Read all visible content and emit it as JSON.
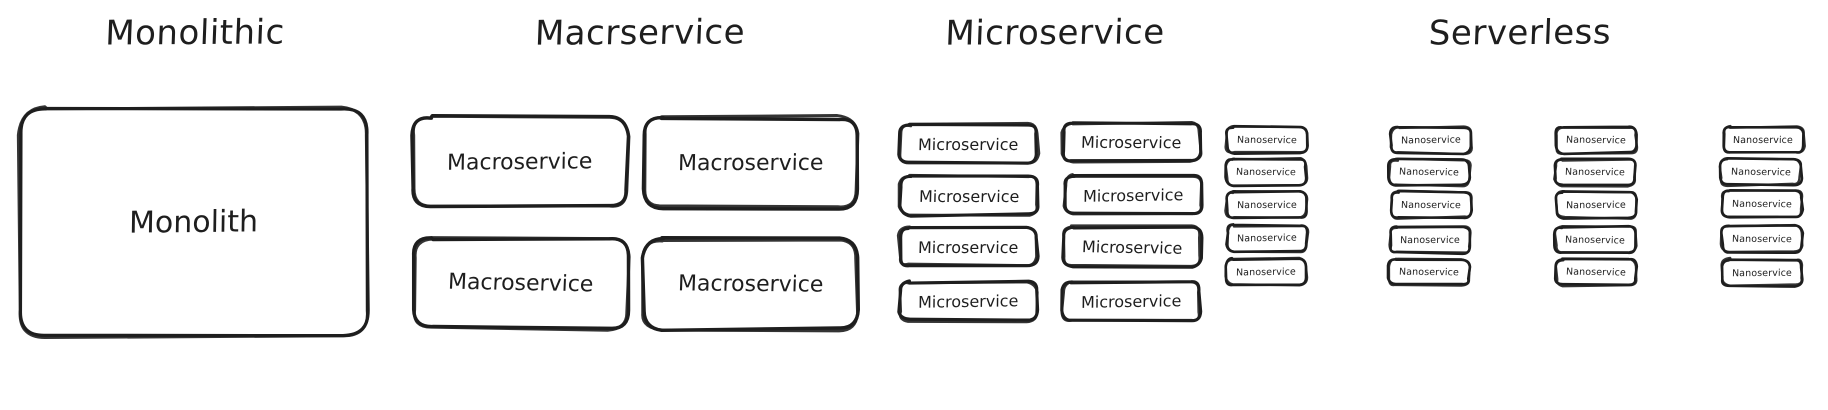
{
  "diagram": {
    "background_color": "#ffffff",
    "ink_color": "#1e1e1e",
    "style": "hand-drawn-sketch",
    "columns": [
      {
        "heading": "Monolithic",
        "boxes": [
          {
            "label": "Monolith"
          }
        ],
        "grid": {
          "cols": 1,
          "rows": 1
        }
      },
      {
        "heading": "Macrservice",
        "boxes": [
          {
            "label": "Macroservice"
          },
          {
            "label": "Macroservice"
          },
          {
            "label": "Macroservice"
          },
          {
            "label": "Macroservice"
          }
        ],
        "grid": {
          "cols": 2,
          "rows": 2
        }
      },
      {
        "heading": "Microservice",
        "boxes": [
          {
            "label": "Microservice"
          },
          {
            "label": "Microservice"
          },
          {
            "label": "Microservice"
          },
          {
            "label": "Microservice"
          },
          {
            "label": "Microservice"
          },
          {
            "label": "Microservice"
          },
          {
            "label": "Microservice"
          },
          {
            "label": "Microservice"
          }
        ],
        "grid": {
          "cols": 2,
          "rows": 4
        }
      },
      {
        "heading": "Serverless",
        "boxes": [
          {
            "label": "Nanoservice"
          },
          {
            "label": "Nanoservice"
          },
          {
            "label": "Nanoservice"
          },
          {
            "label": "Nanoservice"
          },
          {
            "label": "Nanoservice"
          },
          {
            "label": "Nanoservice"
          },
          {
            "label": "Nanoservice"
          },
          {
            "label": "Nanoservice"
          },
          {
            "label": "Nanoservice"
          },
          {
            "label": "Nanoservice"
          },
          {
            "label": "Nanoservice"
          },
          {
            "label": "Nanoservice"
          },
          {
            "label": "Nanoservice"
          },
          {
            "label": "Nanoservice"
          },
          {
            "label": "Nanoservice"
          },
          {
            "label": "Nanoservice"
          },
          {
            "label": "Nanoservice"
          },
          {
            "label": "Nanoservice"
          },
          {
            "label": "Nanoservice"
          },
          {
            "label": "Nanoservice"
          }
        ],
        "grid": {
          "cols": 4,
          "rows": 5
        }
      }
    ]
  }
}
